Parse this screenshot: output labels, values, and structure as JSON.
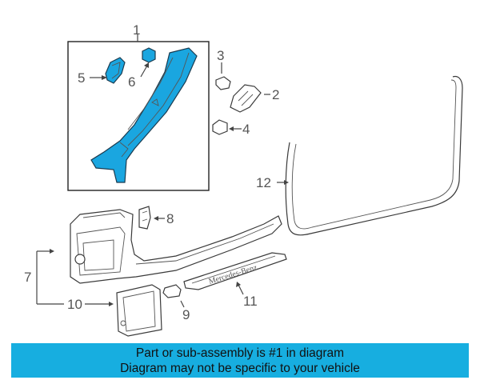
{
  "diagram": {
    "callouts": [
      "1",
      "2",
      "3",
      "4",
      "5",
      "6",
      "7",
      "8",
      "9",
      "10",
      "11",
      "12"
    ],
    "sill_plate_text": "Mercedes-Benz",
    "highlight_color": "#1aa6e0"
  },
  "banner": {
    "line1": "Part or sub-assembly is #1 in diagram",
    "line2": "Diagram may not be specific to your vehicle",
    "color": "#17aee0"
  }
}
